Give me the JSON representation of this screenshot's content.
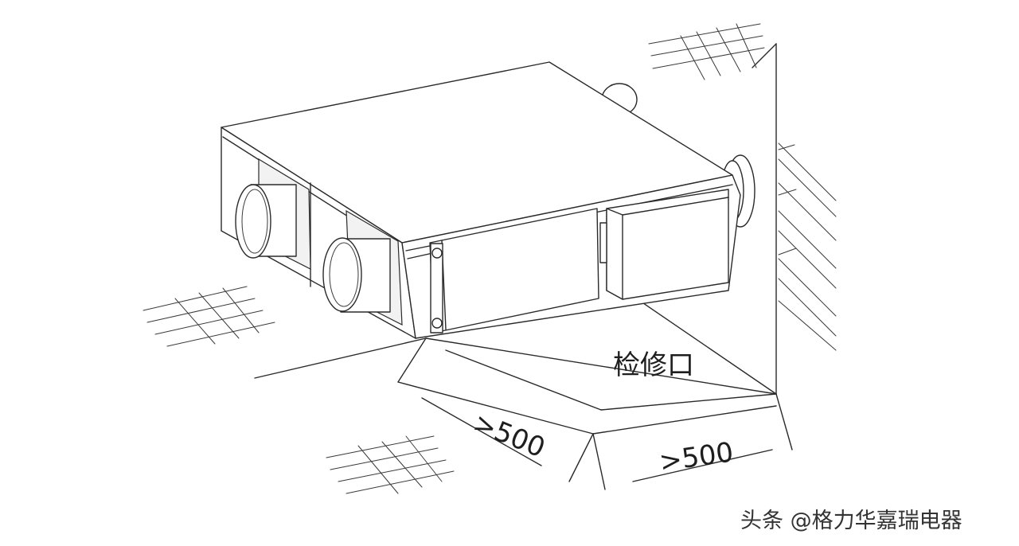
{
  "labels": {
    "access_port": "检修口",
    "clearance_left": ">500",
    "clearance_right": ">500"
  },
  "watermark": "头条 @格力华嘉瑞电器",
  "colors": {
    "line": "#2a2a2a",
    "background": "#ffffff"
  }
}
